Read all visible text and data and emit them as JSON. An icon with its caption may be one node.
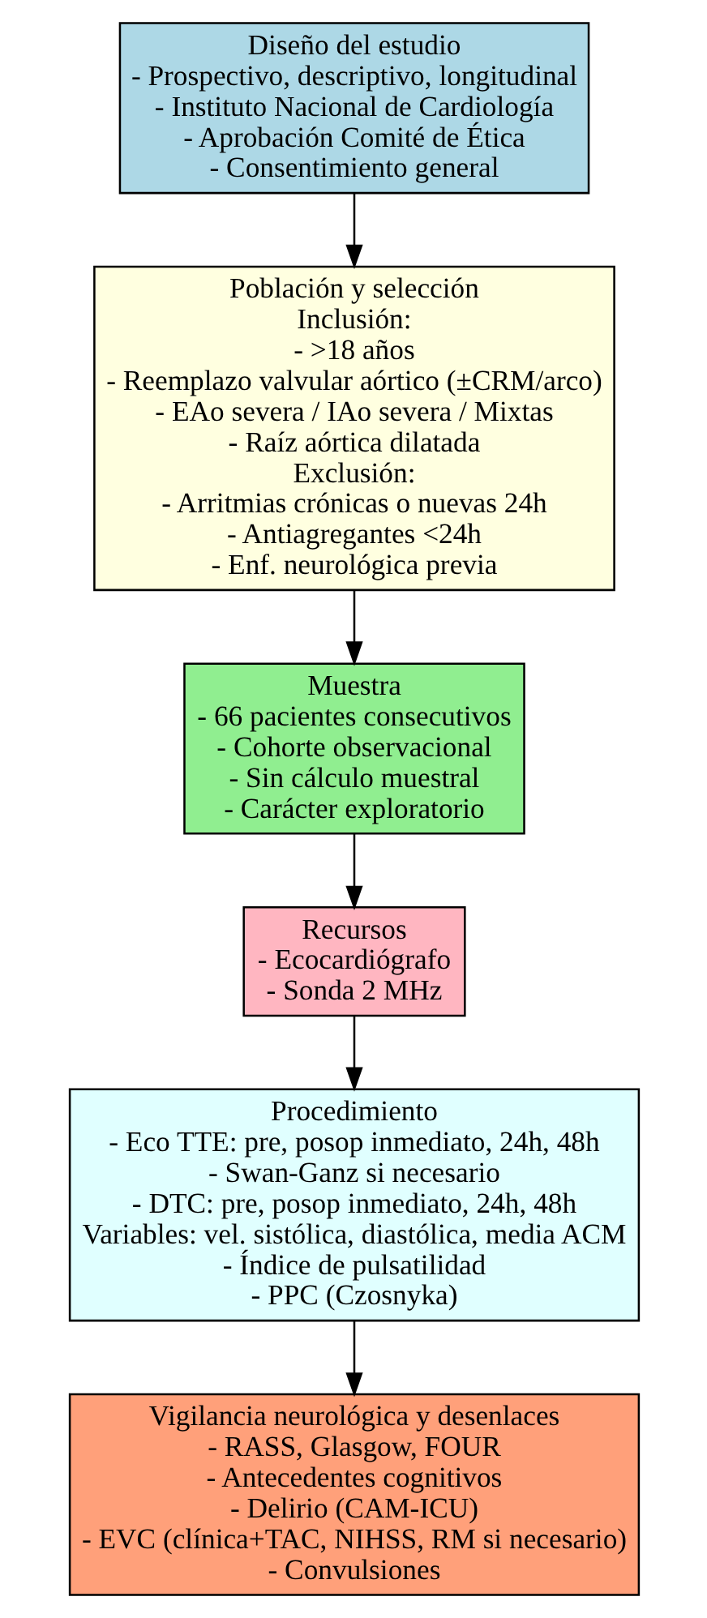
{
  "diagram": {
    "nodes": [
      {
        "text": [
          "Diseño del estudio",
          "- Prospectivo, descriptivo, longitudinal",
          "- Instituto Nacional de Cardiología",
          "- Aprobación Comité de Ética",
          "- Consentimiento general"
        ]
      },
      {
        "text": [
          "Población y selección",
          "Inclusión:",
          "- >18 años",
          "- Reemplazo valvular aórtico (±CRM/arco)",
          "- EAo severa / IAo severa / Mixtas",
          "- Raíz aórtica dilatada",
          "Exclusión:",
          "- Arritmias crónicas o nuevas 24h",
          "- Antiagregantes <24h",
          "- Enf. neurológica previa"
        ]
      },
      {
        "text": [
          "Muestra",
          "- 66 pacientes consecutivos",
          "- Cohorte observacional",
          "- Sin cálculo muestral",
          "- Carácter exploratorio"
        ]
      },
      {
        "text": [
          "Recursos",
          "- Ecocardiógrafo",
          "- Sonda 2 MHz"
        ]
      },
      {
        "text": [
          "Procedimiento",
          "- Eco TTE: pre, posop inmediato, 24h, 48h",
          "- Swan-Ganz si necesario",
          "- DTC: pre, posop inmediato, 24h, 48h",
          "Variables: vel. sistólica, diastólica, media ACM",
          "- Índice de pulsatilidad",
          "- PPC (Czosnyka)"
        ]
      },
      {
        "text": [
          "Vigilancia neurológica y desenlaces",
          "- RASS, Glasgow, FOUR",
          "- Antecedentes cognitivos",
          "- Delirio (CAM-ICU)",
          "- EVC (clínica+TAC, NIHSS, RM si necesario)",
          "- Convulsiones"
        ]
      }
    ],
    "edges": [
      {
        "from": 0,
        "to": 1,
        "arrow": "to"
      },
      {
        "from": 1,
        "to": 2,
        "arrow": "to"
      },
      {
        "from": 2,
        "to": 3,
        "arrow": "to"
      },
      {
        "from": 3,
        "to": 4,
        "arrow": "to"
      },
      {
        "from": 4,
        "to": 5,
        "arrow": "to"
      }
    ]
  }
}
